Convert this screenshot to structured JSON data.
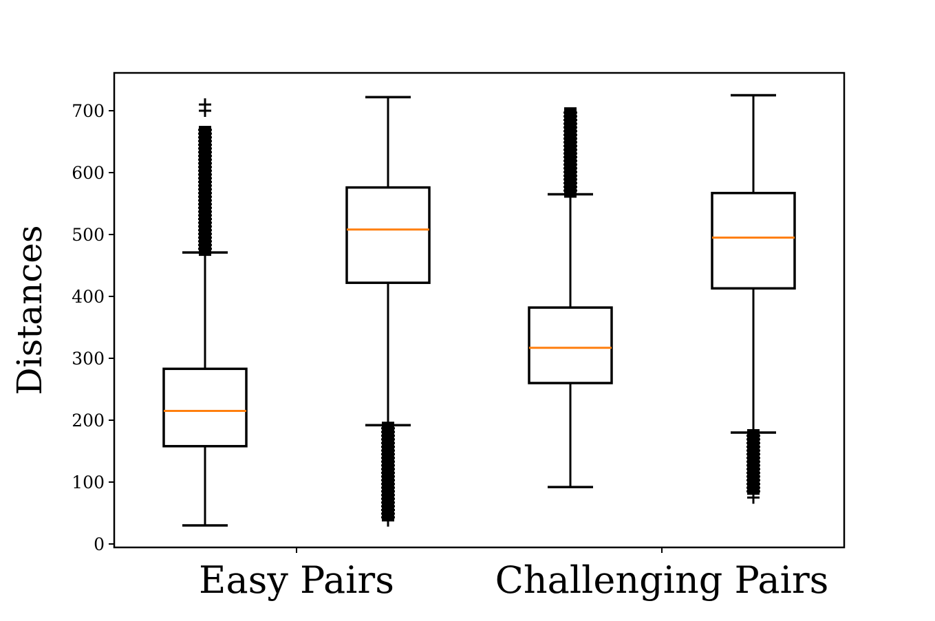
{
  "chart_data": {
    "type": "boxplot",
    "ylabel": "Distances",
    "xlabel": "",
    "ylim": [
      -5,
      760
    ],
    "yticks": [
      0,
      100,
      200,
      300,
      400,
      500,
      600,
      700
    ],
    "grid": false,
    "legend": "none",
    "categories": [
      "Easy Pairs",
      "Challenging Pairs"
    ],
    "colors": {
      "box": "#000000",
      "median": "#ff7f0e"
    },
    "boxes": [
      {
        "group": "Easy Pairs",
        "whisker_low": 30,
        "q1": 158,
        "median": 215,
        "q3": 283,
        "whisker_high": 471,
        "outliers_low": [],
        "outliers_high_range": [
          471,
          670
        ],
        "outliers_high_extra": [
          700,
          710
        ]
      },
      {
        "group": "Easy Pairs",
        "whisker_low": 192,
        "q1": 422,
        "median": 508,
        "q3": 576,
        "whisker_high": 722,
        "outliers_low_range": [
          43,
          192
        ],
        "outliers_low_extra": [
          38
        ],
        "outliers_high": []
      },
      {
        "group": "Challenging Pairs",
        "whisker_low": 92,
        "q1": 260,
        "median": 317,
        "q3": 382,
        "whisker_high": 565,
        "outliers_low": [],
        "outliers_high_range": [
          565,
          700
        ],
        "outliers_high_extra": []
      },
      {
        "group": "Challenging Pairs",
        "whisker_low": 180,
        "q1": 413,
        "median": 495,
        "q3": 567,
        "whisker_high": 725,
        "outliers_low_range": [
          85,
          180
        ],
        "outliers_low_extra": [
          75
        ],
        "outliers_high": []
      }
    ]
  }
}
